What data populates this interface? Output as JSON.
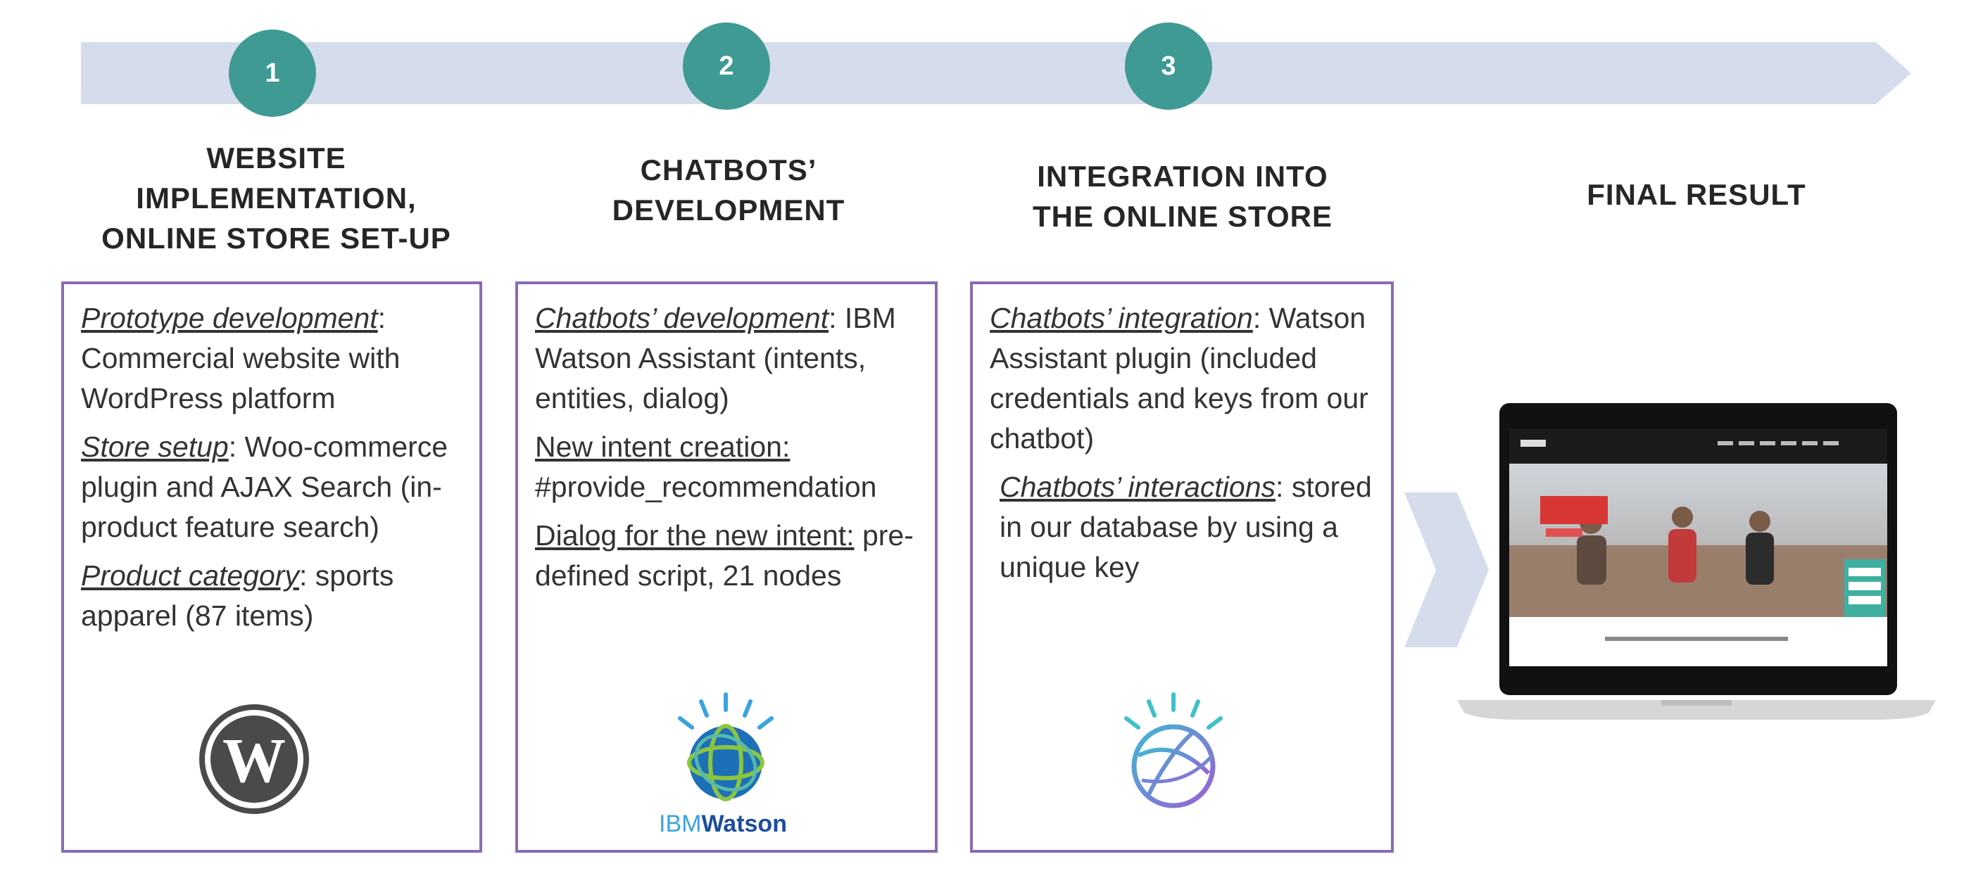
{
  "steps": [
    {
      "number": "1",
      "heading": [
        "WEBSITE",
        "IMPLEMENTATION,",
        "ONLINE STORE SET-UP"
      ],
      "paragraphs": [
        {
          "label": "Prototype development",
          "sep": ":",
          "text": "Commercial website with WordPress platform"
        },
        {
          "label": "Store setup",
          "sep": ":",
          "text": "Woo-commerce plugin and AJAX Search (in-product feature search)"
        },
        {
          "label": "Product category",
          "sep": ":",
          "text": "sports apparel (87 items)"
        }
      ],
      "logo": "wordpress-logo"
    },
    {
      "number": "2",
      "heading": [
        "CHATBOTS’",
        "DEVELOPMENT"
      ],
      "paragraphs": [
        {
          "label": "Chatbots’ development",
          "sep": ":",
          "text": "IBM Watson Assistant (intents, entities, dialog)"
        },
        {
          "label": "New intent creation:",
          "sep": "",
          "text": "#provide_recommendation"
        },
        {
          "label": "Dialog for the new intent:",
          "sep": "",
          "text": "pre-defined script, 21 nodes"
        }
      ],
      "logo": "ibm-watson-logo",
      "logo_text_ibm": "IBM",
      "logo_text_watson": "Watson"
    },
    {
      "number": "3",
      "heading": [
        "INTEGRATION INTO",
        "THE ONLINE STORE"
      ],
      "paragraphs": [
        {
          "label": "Chatbots’ integration",
          "sep": ":",
          "text": "Watson Assistant plugin (included credentials and keys from our chatbot)"
        },
        {
          "label": "Chatbots’ interactions",
          "sep": ":",
          "text": "stored in our database by using a unique key"
        }
      ],
      "logo": "watson-logo"
    }
  ],
  "final": {
    "heading": "FINAL RESULT",
    "image": "laptop-screenshot-icon"
  },
  "colors": {
    "arrow": "#d5dcec",
    "circle": "#3f9a93",
    "card_border": "#8a6bb3",
    "chevron": "#d5dcec"
  }
}
